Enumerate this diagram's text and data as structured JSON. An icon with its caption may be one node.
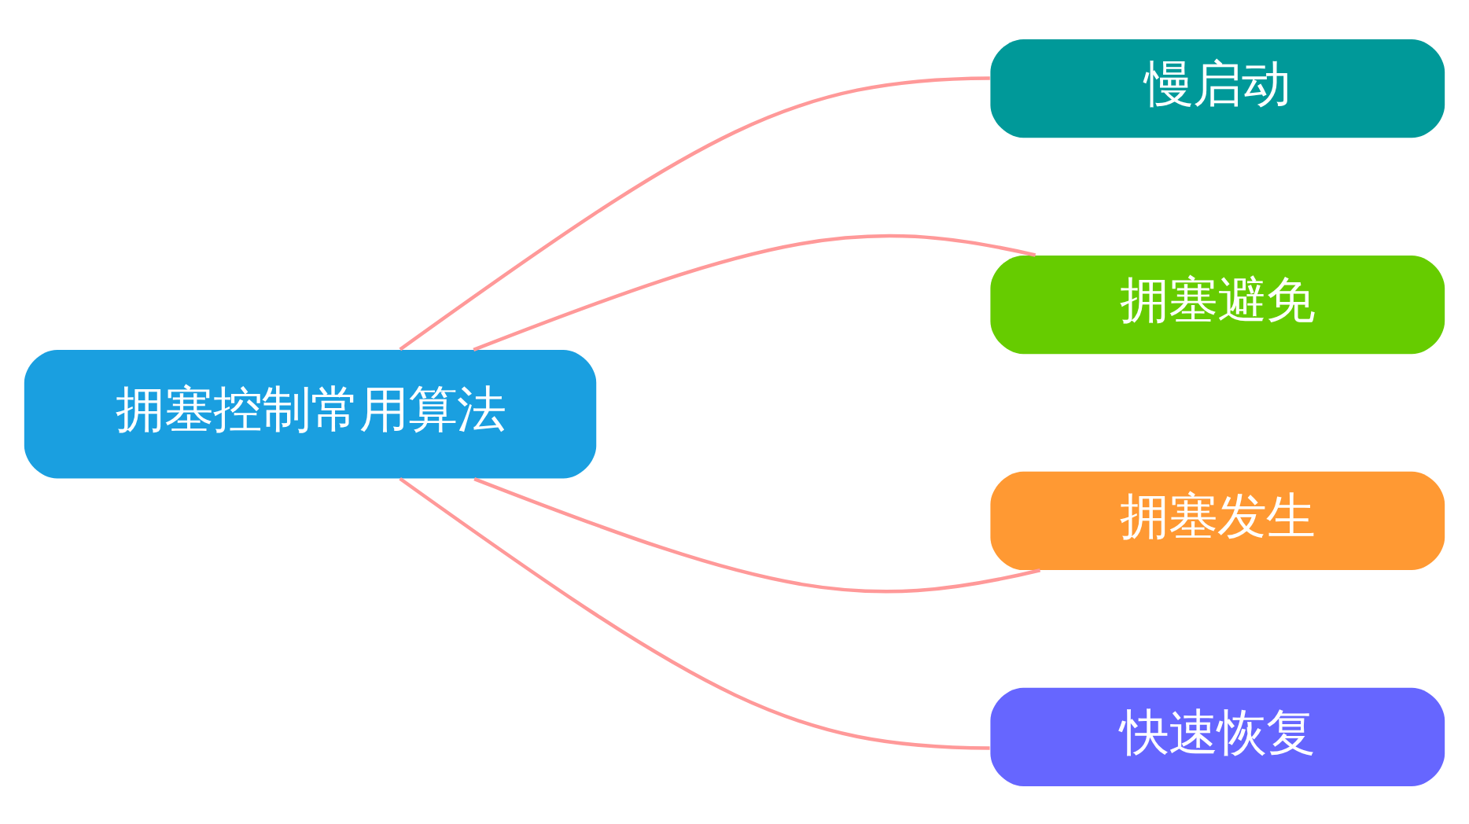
{
  "diagram": {
    "nodes": [
      {
        "text": [
          "拥塞控制常用算法"
        ]
      },
      {
        "text": [
          "慢启动"
        ]
      },
      {
        "text": [
          "拥塞避免"
        ]
      },
      {
        "text": [
          "拥塞发生"
        ]
      },
      {
        "text": [
          "快速恢复"
        ]
      }
    ],
    "edges": [
      {
        "from": 0,
        "to": 1,
        "arrow": "none"
      },
      {
        "from": 0,
        "to": 2,
        "arrow": "none"
      },
      {
        "from": 0,
        "to": 3,
        "arrow": "none"
      },
      {
        "from": 0,
        "to": 4,
        "arrow": "none"
      }
    ]
  }
}
